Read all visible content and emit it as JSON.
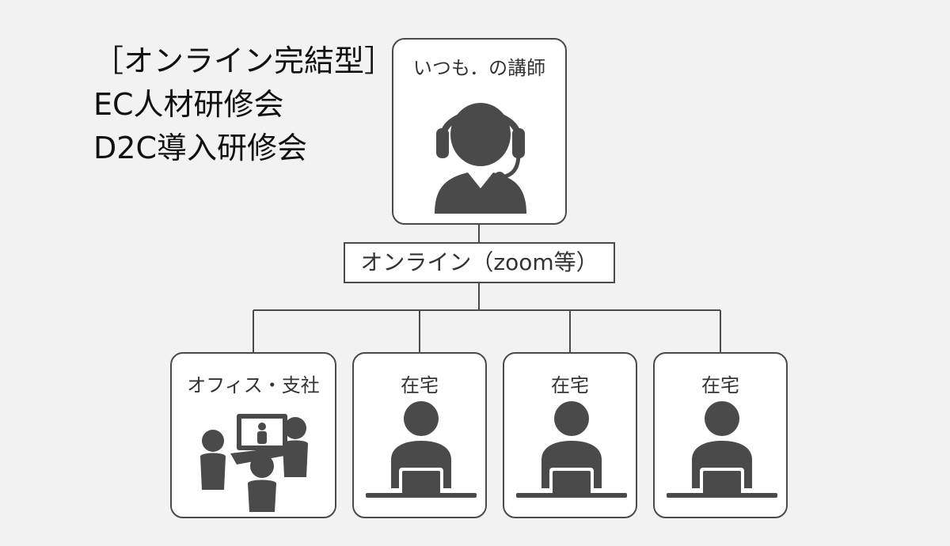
{
  "title": {
    "line1": "［オンライン完結型］",
    "line2": "EC人材研修会",
    "line3": "D2C導入研修会"
  },
  "instructor": {
    "label": "いつも．の講師",
    "icon": "headset-person-icon"
  },
  "connection": {
    "label": "オンライン（zoom等）"
  },
  "locations": [
    {
      "label": "オフィス・支社",
      "icon": "office-group-icon"
    },
    {
      "label": "在宅",
      "icon": "laptop-person-icon"
    },
    {
      "label": "在宅",
      "icon": "laptop-person-icon"
    },
    {
      "label": "在宅",
      "icon": "laptop-person-icon"
    }
  ],
  "colors": {
    "icon": "#4a4a4a",
    "border": "#4a4a4a",
    "background": "#f2f2f2"
  }
}
